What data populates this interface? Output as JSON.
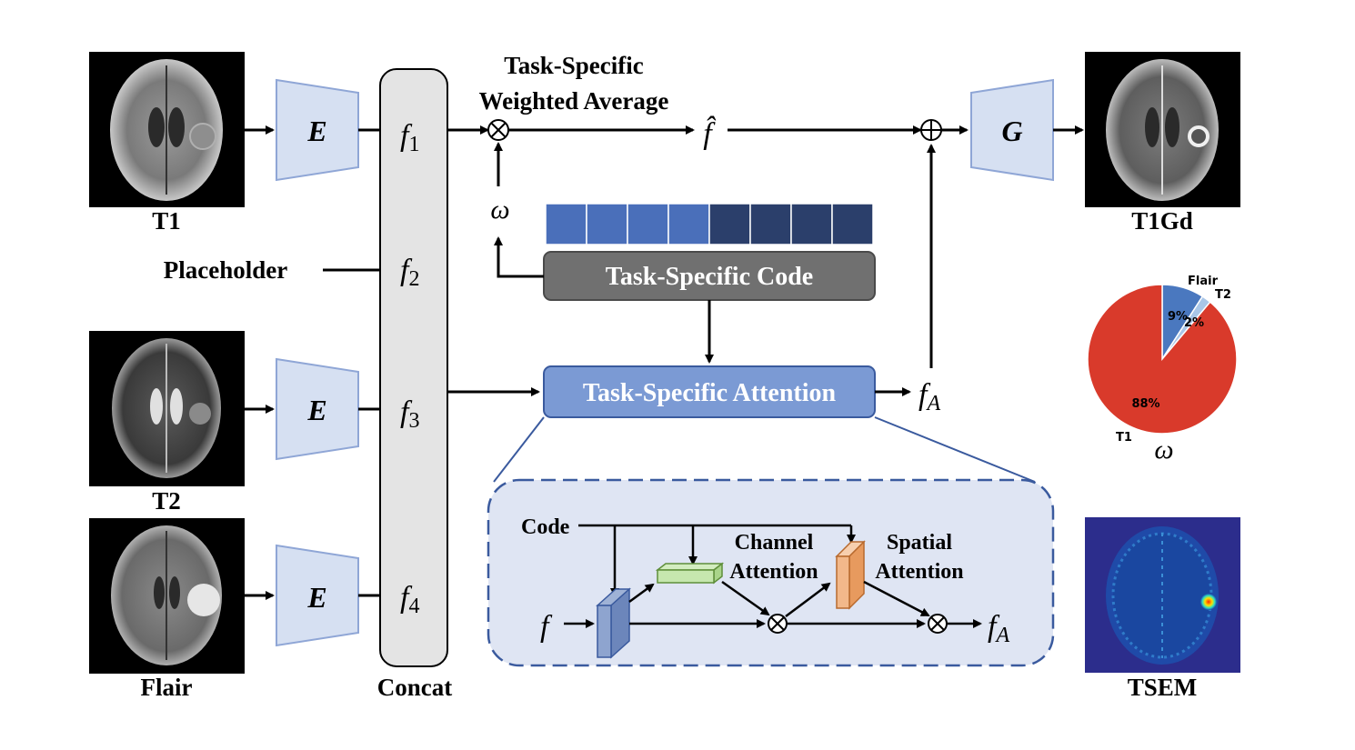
{
  "inputs": {
    "t1": "T1",
    "placeholder": "Placeholder",
    "t2": "T2",
    "flair": "Flair"
  },
  "encoder_label": "E",
  "generator_label": "G",
  "features": {
    "f1": {
      "base": "f",
      "sub": "1"
    },
    "f2": {
      "base": "f",
      "sub": "2"
    },
    "f3": {
      "base": "f",
      "sub": "3"
    },
    "f4": {
      "base": "f",
      "sub": "4"
    }
  },
  "concat_label": "Concat",
  "weighted_avg": {
    "line1": "Task-Specific",
    "line2": "Weighted Average"
  },
  "f_hat": "f̂",
  "omega": "ω",
  "code_box": "Task-Specific Code",
  "attention_box": "Task-Specific Attention",
  "f_attn": {
    "base": "f",
    "sub": "A"
  },
  "detail": {
    "code": "Code",
    "channel": {
      "line1": "Channel",
      "line2": "Attention"
    },
    "spatial": {
      "line1": "Spatial",
      "line2": "Attention"
    },
    "f_in": "f",
    "f_out": {
      "base": "f",
      "sub": "A"
    }
  },
  "output_label": "T1Gd",
  "tsem_label": "TSEM",
  "code_cells": [
    "#4a6fba",
    "#4a6fba",
    "#4a6fba",
    "#4a6fba",
    "#2b3f6b",
    "#2b3f6b",
    "#2b3f6b",
    "#2b3f6b"
  ],
  "pie": {
    "labels": {
      "flair": "Flair",
      "t2": "T2",
      "t1": "T1"
    },
    "values": [
      {
        "name": "Flair",
        "pct": "9%",
        "value": 9,
        "color": "#4a78bf"
      },
      {
        "name": "T2",
        "pct": "2%",
        "value": 2,
        "color": "#a9c6e8"
      },
      {
        "name": "T1",
        "pct": "88%",
        "value": 88,
        "color": "#d93a2b"
      }
    ],
    "caption": "ω"
  },
  "colors": {
    "encoder": "#d6e0f2",
    "encoder_border": "#8fa6d6",
    "concat": "#e4e4e4",
    "code_box": "#707070",
    "attention_box": "#7b9ad4",
    "panel": "#dfe5f3",
    "panel_border": "#3a5a9e"
  }
}
